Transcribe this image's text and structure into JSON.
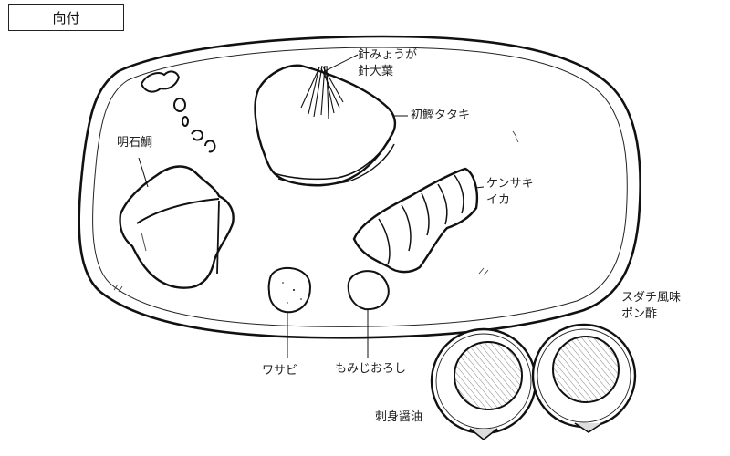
{
  "title": "向付",
  "labels": {
    "garnish": [
      "針みょうが",
      "針大葉"
    ],
    "katsuo": "初鰹タタキ",
    "tai": "明石鯛",
    "ika": [
      "ケンサキ",
      "イカ"
    ],
    "wasabi": "ワサビ",
    "momiji": "もみじおろし",
    "ponzu": [
      "スダチ風味",
      "ポン酢"
    ],
    "shoyu": "刺身醤油"
  },
  "colors": {
    "line": "#111111",
    "background": "#ffffff",
    "hatch": "#555555"
  }
}
